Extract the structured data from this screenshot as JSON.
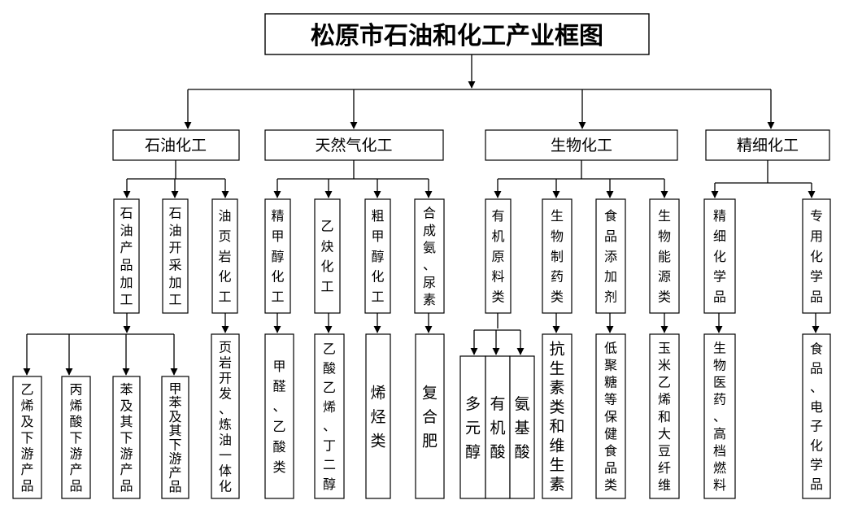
{
  "title": "松原市石油和化工产业框图",
  "categories": [
    {
      "label": "石油化工",
      "subs": [
        {
          "label": "石油产品加工",
          "products": [
            "乙烯及下游产品",
            "丙烯酸下游产品",
            "苯及其下游产品",
            "甲苯及其下游产品"
          ]
        },
        {
          "label": "石油开采加工",
          "products": []
        },
        {
          "label": "油页岩化工",
          "products": [
            "页岩开发、炼油一体化"
          ]
        }
      ]
    },
    {
      "label": "天然气化工",
      "subs": [
        {
          "label": "精甲醇化工",
          "products": [
            "甲醛、乙酸类"
          ]
        },
        {
          "label": "乙炔化工",
          "products": [
            "乙酸乙烯、丁二醇"
          ]
        },
        {
          "label": "粗甲醇化工",
          "products": [
            "烯烃类"
          ]
        },
        {
          "label": "合成氨、尿素",
          "products": [
            "复合肥"
          ]
        }
      ]
    },
    {
      "label": "生物化工",
      "subs": [
        {
          "label": "有机原料类",
          "products": [
            "多元醇",
            "有机酸",
            "氨基酸"
          ]
        },
        {
          "label": "生物制药类",
          "products": [
            "抗生素类和维生素"
          ]
        },
        {
          "label": "食品添加剂",
          "products": [
            "低聚糖等保健食品类"
          ]
        },
        {
          "label": "生物能源类",
          "products": [
            "玉米乙烯和大豆纤维"
          ]
        }
      ]
    },
    {
      "label": "精细化工",
      "subs": [
        {
          "label": "精细化学品",
          "products": [
            "生物医药、高档燃料"
          ]
        },
        {
          "label": "专用化学品",
          "products": [
            "食品、电子化学品"
          ]
        }
      ]
    }
  ]
}
